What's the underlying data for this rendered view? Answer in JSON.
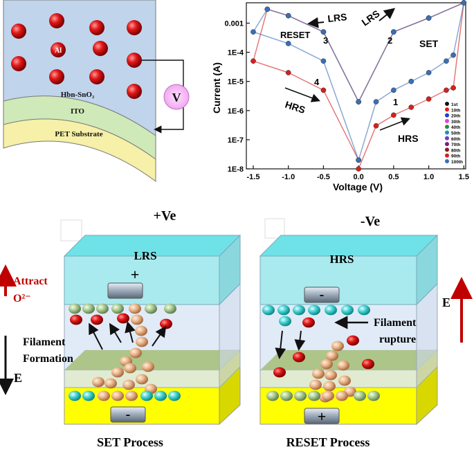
{
  "device": {
    "electrode_label": "Al",
    "layer_label": "Hbn-SnO₂",
    "ito_label": "ITO",
    "substrate_label": "PET Substrate",
    "voltage_label": "V"
  },
  "iv_plot": {
    "xlabel": "Voltage (V)",
    "ylabel": "Current (A)",
    "x_ticks": [
      "-1.5",
      "-1.0",
      "-0.5",
      "0.0",
      "0.5",
      "1.0",
      "1.5"
    ],
    "y_ticks": [
      "1E-8",
      "1E-7",
      "1E-6",
      "1E-5",
      "1E-4",
      "0.001"
    ],
    "annotations": {
      "lrs_top_left": "LRS",
      "lrs_top_right": "LRS",
      "reset": "RESET",
      "num3": "3",
      "num2": "2",
      "set": "SET",
      "num4": "4",
      "hrs_left": "HRS",
      "num1": "1",
      "hrs_right": "HRS"
    },
    "legend": [
      "1st",
      "10th",
      "20th",
      "30th",
      "40th",
      "50th",
      "60th",
      "70th",
      "80th",
      "90th",
      "100th"
    ],
    "legend_colors": [
      "#111111",
      "#e41a1c",
      "#1f3fbf",
      "#e040e0",
      "#2e8b2e",
      "#1a8fd0",
      "#6a3fc0",
      "#7a1f7a",
      "#8b1a1a",
      "#d42020",
      "#3a6fb5"
    ]
  },
  "chart_data": {
    "type": "line",
    "xlabel": "Voltage (V)",
    "ylabel": "Current (A)",
    "xlim": [
      -1.5,
      1.5
    ],
    "ylim": [
      1e-08,
      0.005
    ],
    "y_scale": "log",
    "series": [
      {
        "name": "1st",
        "x": [
          0.0,
          0.25,
          0.5,
          0.75,
          1.0,
          1.25,
          1.35,
          1.5,
          1.0,
          0.5,
          0.0,
          -0.5,
          -1.0,
          -1.3,
          -1.5,
          -1.0,
          -0.5,
          0.0
        ],
        "y": [
          1e-08,
          3e-07,
          7e-07,
          1.3e-06,
          2.5e-06,
          5e-06,
          6e-06,
          0.005,
          0.0015,
          0.0005,
          2e-06,
          0.0005,
          0.0018,
          0.003,
          5e-05,
          2e-05,
          5e-06,
          2e-08
        ]
      },
      {
        "name": "100th",
        "x": [
          0.0,
          0.25,
          0.5,
          0.75,
          1.0,
          1.25,
          1.35,
          1.5,
          1.0,
          0.5,
          0.0,
          -0.5,
          -1.0,
          -1.3,
          -1.5,
          -1.0,
          -0.5,
          0.0
        ],
        "y": [
          2e-08,
          2e-06,
          5e-06,
          1e-05,
          2e-05,
          5e-05,
          8e-05,
          0.005,
          0.0015,
          0.0005,
          2e-06,
          0.0005,
          0.0018,
          0.003,
          0.0005,
          0.0002,
          5e-05,
          2e-08
        ]
      }
    ]
  },
  "set_panel": {
    "polarity": "+Ve",
    "state": "LRS",
    "top_sign": "+",
    "bottom_sign": "-",
    "attract_line1": "Attract",
    "attract_line2": "O²⁻",
    "filament_line1": "Filament",
    "filament_line2": "Formation",
    "e_label": "E",
    "caption": "SET Process"
  },
  "reset_panel": {
    "polarity": "-Ve",
    "state": "HRS",
    "top_sign": "-",
    "bottom_sign": "+",
    "rupture_line1": "Filament",
    "rupture_line2": "rupture",
    "e_label": "E",
    "caption": "RESET Process"
  }
}
